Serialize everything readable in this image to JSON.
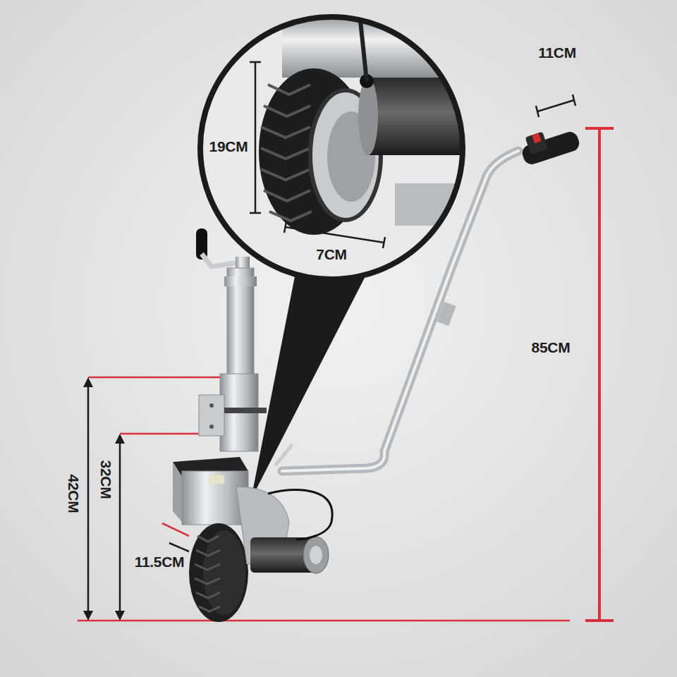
{
  "diagram": {
    "labels": [
      "11CM",
      "19CM",
      "7CM",
      "85CM",
      "42CM",
      "32CM",
      "11.5CM"
    ]
  }
}
